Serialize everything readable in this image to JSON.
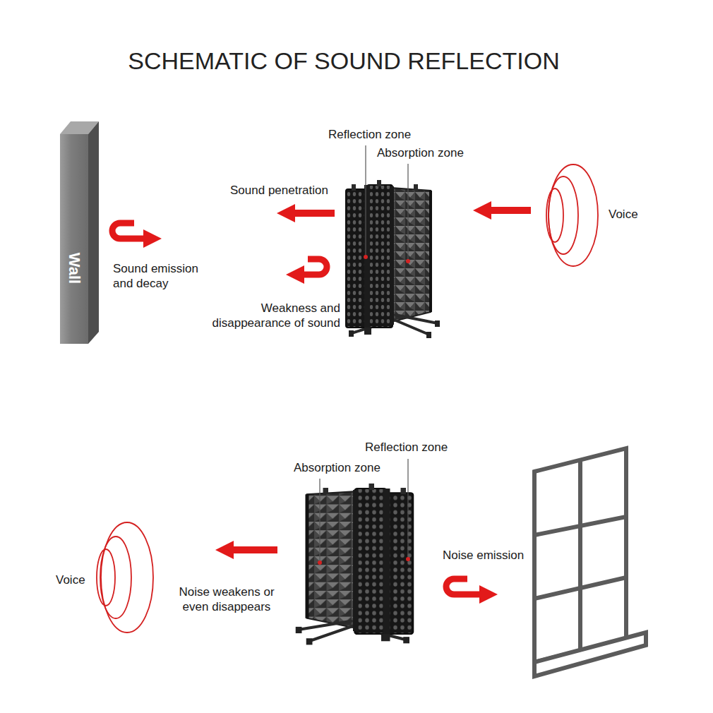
{
  "diagram": {
    "title": "SCHEMATIC OF SOUND REFLECTION",
    "nodes": [
      {
        "text": [
          "Wall"
        ]
      }
    ],
    "labels": [
      "Reflection zone",
      "Absorption zone",
      "Sound penetration",
      "Voice",
      "Sound emission and decay",
      "Weakness and disappearance of sound",
      "Reflection zone",
      "Absorption zone",
      "Noise emission",
      "Voice",
      "Noise weakens or even disappears"
    ]
  }
}
